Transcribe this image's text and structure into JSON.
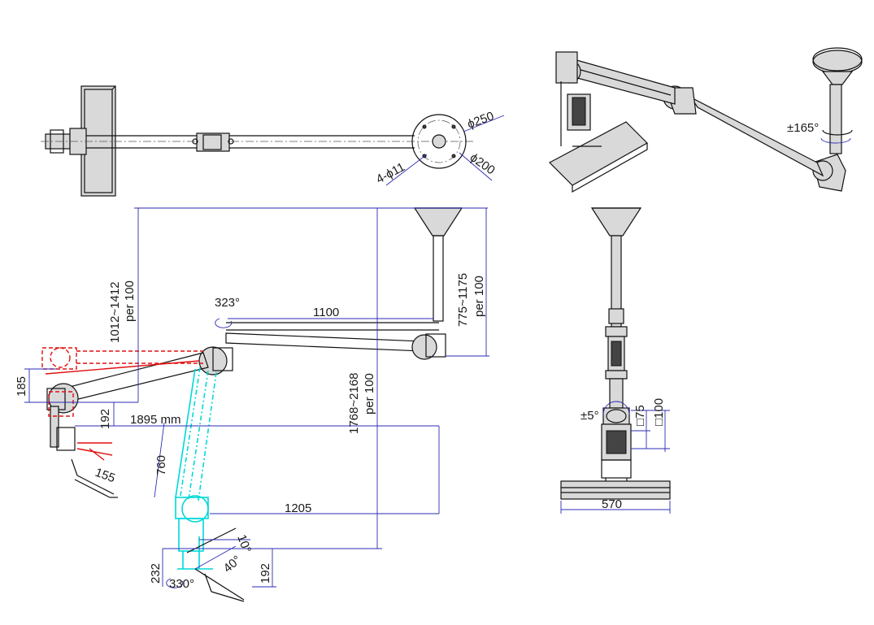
{
  "drawing": {
    "top_view": {
      "dia_plate": "ϕ250",
      "dia_bolt_circle": "ϕ200",
      "holes": "4-ϕ11"
    },
    "side_view": {
      "rotation_top": "323°",
      "arm_length": "1100",
      "drop_height": "775~1175",
      "drop_step": "per 100",
      "left_height": "1012~1412",
      "left_step": "per 100",
      "total_height": "1768~2168",
      "total_step": "per 100",
      "offset_185": "185",
      "offset_192_left": "192",
      "reach": "1895 mm",
      "tilt_155": "155",
      "lower_arm": "760",
      "lower_reach": "1205",
      "angle_10": "10°",
      "angle_40": "40°",
      "height_232": "232",
      "height_192": "192",
      "rotation_bottom": "330°"
    },
    "iso_view": {
      "rotation": "±165°"
    },
    "front_view": {
      "tilt": "±5°",
      "vesa_75": "□75",
      "vesa_100": "□100",
      "tray_width": "570"
    }
  }
}
